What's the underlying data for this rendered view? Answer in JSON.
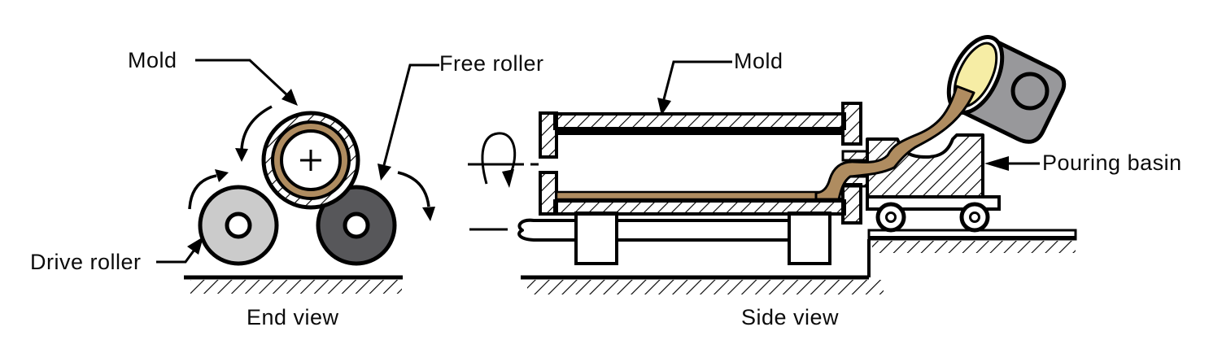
{
  "figure": {
    "end_view": {
      "caption": "End view",
      "labels": {
        "mold": "Mold",
        "free_roller": "Free roller",
        "drive_roller": "Drive roller"
      }
    },
    "side_view": {
      "caption": "Side view",
      "labels": {
        "mold": "Mold",
        "pouring_basin": "Pouring basin"
      }
    }
  },
  "colors": {
    "metal": "#AF8C60",
    "melt_surface": "#F6EDA5",
    "drive_roller_fill": "#CBCBCB",
    "free_roller_fill": "#57575A",
    "ladle_body": "#98989B",
    "outline": "#000000",
    "background": "#FFFFFF"
  }
}
